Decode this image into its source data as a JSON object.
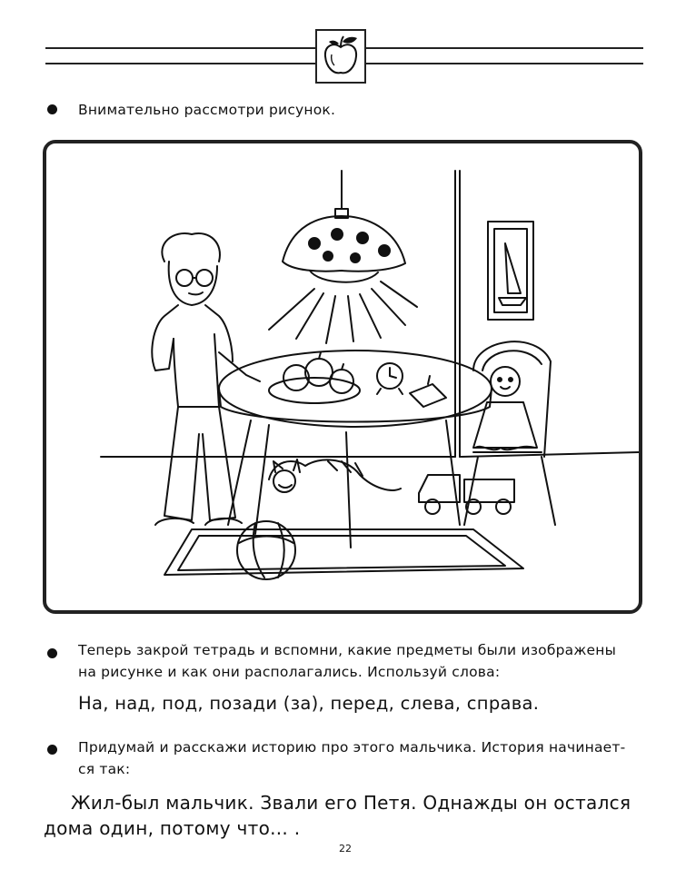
{
  "header": {
    "icon": "apple-icon"
  },
  "instructions": [
    {
      "text": "Внимательно рассмотри рисунок."
    },
    {
      "line1": "Теперь закрой тетрадь и вспомни, какие предметы были изображены",
      "line2": "на рисунке и как они располагались. Используй слова:"
    },
    {
      "line1": "Придумай и расскажи историю про этого мальчика. История начинает-",
      "line2": "ся так:"
    }
  ],
  "prepositions": "На, над, под, позади (за), перед, слева, справа.",
  "story": {
    "line1": "Жил-был мальчик. Звали его Петя. Однажды он остался",
    "line2": "дома один, потому что... ."
  },
  "illustration": {
    "icons": [
      "lamp-icon",
      "boy-icon",
      "table-icon",
      "fruit-bowl-icon",
      "alarm-clock-icon",
      "toy-top-icon",
      "chair-icon",
      "doll-icon",
      "picture-frame-icon",
      "cat-icon",
      "ball-icon",
      "toy-truck-icon",
      "rug-icon"
    ]
  },
  "page_number": "22"
}
